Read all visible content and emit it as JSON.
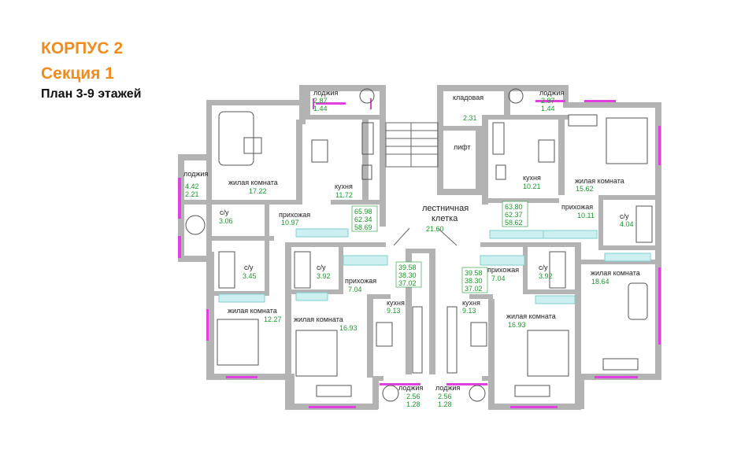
{
  "header": {
    "building": "КОРПУС 2",
    "section": "Секция 1",
    "plan": "План 3-9 этажей"
  },
  "colors": {
    "accent": "#f08c1e",
    "wall": "#b3b3b3",
    "area_text": "#1a9a2a",
    "window": "#e040e0",
    "balcony_rail": "#7ecfcf"
  },
  "rooms": {
    "loggia_tl": {
      "name": "лоджия",
      "a": "2.87",
      "b": "1.44"
    },
    "loggia_left": {
      "name": "лоджия",
      "a": "4.42",
      "b": "2.21"
    },
    "living_a1": {
      "name": "жилая комната",
      "area": "17.22"
    },
    "kitchen_a1": {
      "name": "кухня",
      "area": "11.72"
    },
    "bath_a1": {
      "name": "с/у",
      "area": "3.06"
    },
    "hall_a1": {
      "name": "прихожая",
      "area": "10.97"
    },
    "totals_a1": [
      "65.98",
      "62.34",
      "58.69"
    ],
    "storage": {
      "name": "кладовая",
      "area": "2.31"
    },
    "lift": {
      "name": "лифт"
    },
    "stair": {
      "name1": "лестничная",
      "name2": "клетка",
      "area": "21.60"
    },
    "loggia_tr": {
      "name": "лоджия",
      "a": "2.87",
      "b": "1.44"
    },
    "kitchen_a2": {
      "name": "кухня",
      "area": "10.21"
    },
    "living_a2": {
      "name": "жилая комната",
      "area": "15.62"
    },
    "totals_a2": [
      "63.80",
      "62.37",
      "58.62"
    ],
    "hall_a2": {
      "name": "прихожая",
      "area": "10.11"
    },
    "bath_a2": {
      "name": "с/у",
      "area": "4.04"
    },
    "bath_a3": {
      "name": "с/у",
      "area": "3.45"
    },
    "living_a3": {
      "name": "жилая комната",
      "area": "12.27"
    },
    "bath_a4": {
      "name": "с/у",
      "area": "3.92"
    },
    "hall_a4": {
      "name": "прихожая",
      "area": "7.04"
    },
    "living_a4": {
      "name": "жилая комната",
      "area": "16.93"
    },
    "totals_a4": [
      "39.58",
      "38.30",
      "37.02"
    ],
    "kitchen_a4": {
      "name": "кухня",
      "area": "9.13"
    },
    "loggia_b1": {
      "name": "лоджия",
      "a": "2.56",
      "b": "1.28"
    },
    "totals_a5": [
      "39.58",
      "38.30",
      "37.02"
    ],
    "kitchen_a5": {
      "name": "кухня",
      "area": "9.13"
    },
    "loggia_b2": {
      "name": "лоджия",
      "a": "2.56",
      "b": "1.28"
    },
    "hall_a5": {
      "name": "прихожая",
      "area": "7.04"
    },
    "bath_a5": {
      "name": "с/у",
      "area": "3.92"
    },
    "living_a5": {
      "name": "жилая комната",
      "area": "16.93"
    },
    "living_a6": {
      "name": "жилая комната",
      "area": "18.64"
    }
  }
}
